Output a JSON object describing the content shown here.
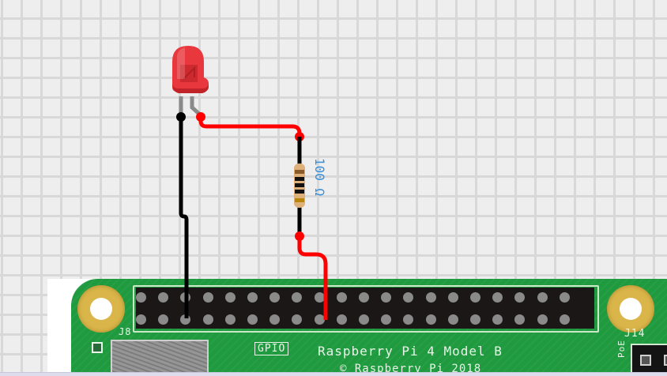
{
  "app": {
    "type": "circuit-simulator-canvas"
  },
  "components": {
    "led": {
      "name": "LED",
      "color": "#e8383d",
      "color_label": "red"
    },
    "resistor": {
      "name": "Resistor",
      "value_label": "100 Ω",
      "bands": [
        "#8b5a2b",
        "#111111",
        "#111111",
        "#111111",
        "#b8860b"
      ]
    },
    "board": {
      "name": "Raspberry Pi 4 Model B",
      "silkscreen_title": "Raspberry Pi 4 Model B",
      "silkscreen_copyright": "© Raspberry Pi 2018",
      "gpio_label": "GPIO",
      "header_label": "J8",
      "poe_header_label": "J14",
      "poe_label": "PoE",
      "header_rows": 2,
      "header_columns": 20
    }
  },
  "wires": [
    {
      "name": "ground-wire",
      "color": "#000000",
      "from": "LED cathode",
      "to": "GPIO header pin 6 (GND)"
    },
    {
      "name": "led-to-resistor-wire",
      "color": "#ff0000",
      "from": "LED anode",
      "to": "Resistor top"
    },
    {
      "name": "resistor-to-gpio-wire",
      "color": "#ff0000",
      "from": "Resistor bottom",
      "to": "GPIO header pin 18"
    }
  ],
  "colors": {
    "canvas_bg": "#eeeeee",
    "grid": "#d8d8d8",
    "board_green": "#1f9a3f",
    "wire_red": "#ff0000",
    "wire_black": "#000000",
    "label_blue": "#3a8fd6"
  }
}
